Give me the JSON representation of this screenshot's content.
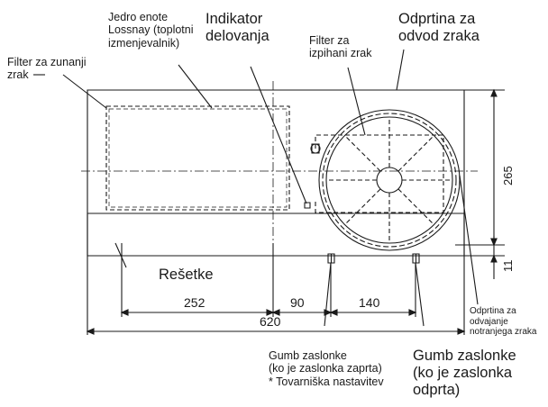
{
  "labels": {
    "core": "Jedro enote\nLossnay (toplotni\nizmenjevalnik)",
    "outdoor_filter": "Filter za zunanji\nzrak",
    "indicator": "Indikator\ndelovanja",
    "exhaust_filter": "Filter za\nizpihani zrak",
    "exhaust_outlet": "Odprtina za\nodvod zraka",
    "grilles": "Rešetke",
    "indoor_outlet": "Odprtina za\nodvajanje\nnotranjega zraka",
    "damper_closed": "Gumb zaslonke\n(ko je zaslonka zaprta)\n* Tovarniška nastavitev",
    "damper_open": "Gumb zaslonke\n(ko je zaslonka\nodprta)"
  },
  "dimensions": {
    "d252": "252",
    "d90": "90",
    "d140": "140",
    "d620": "620",
    "d265": "265",
    "d11": "11"
  },
  "colors": {
    "line": "#1a1a1a",
    "background": "#ffffff"
  }
}
